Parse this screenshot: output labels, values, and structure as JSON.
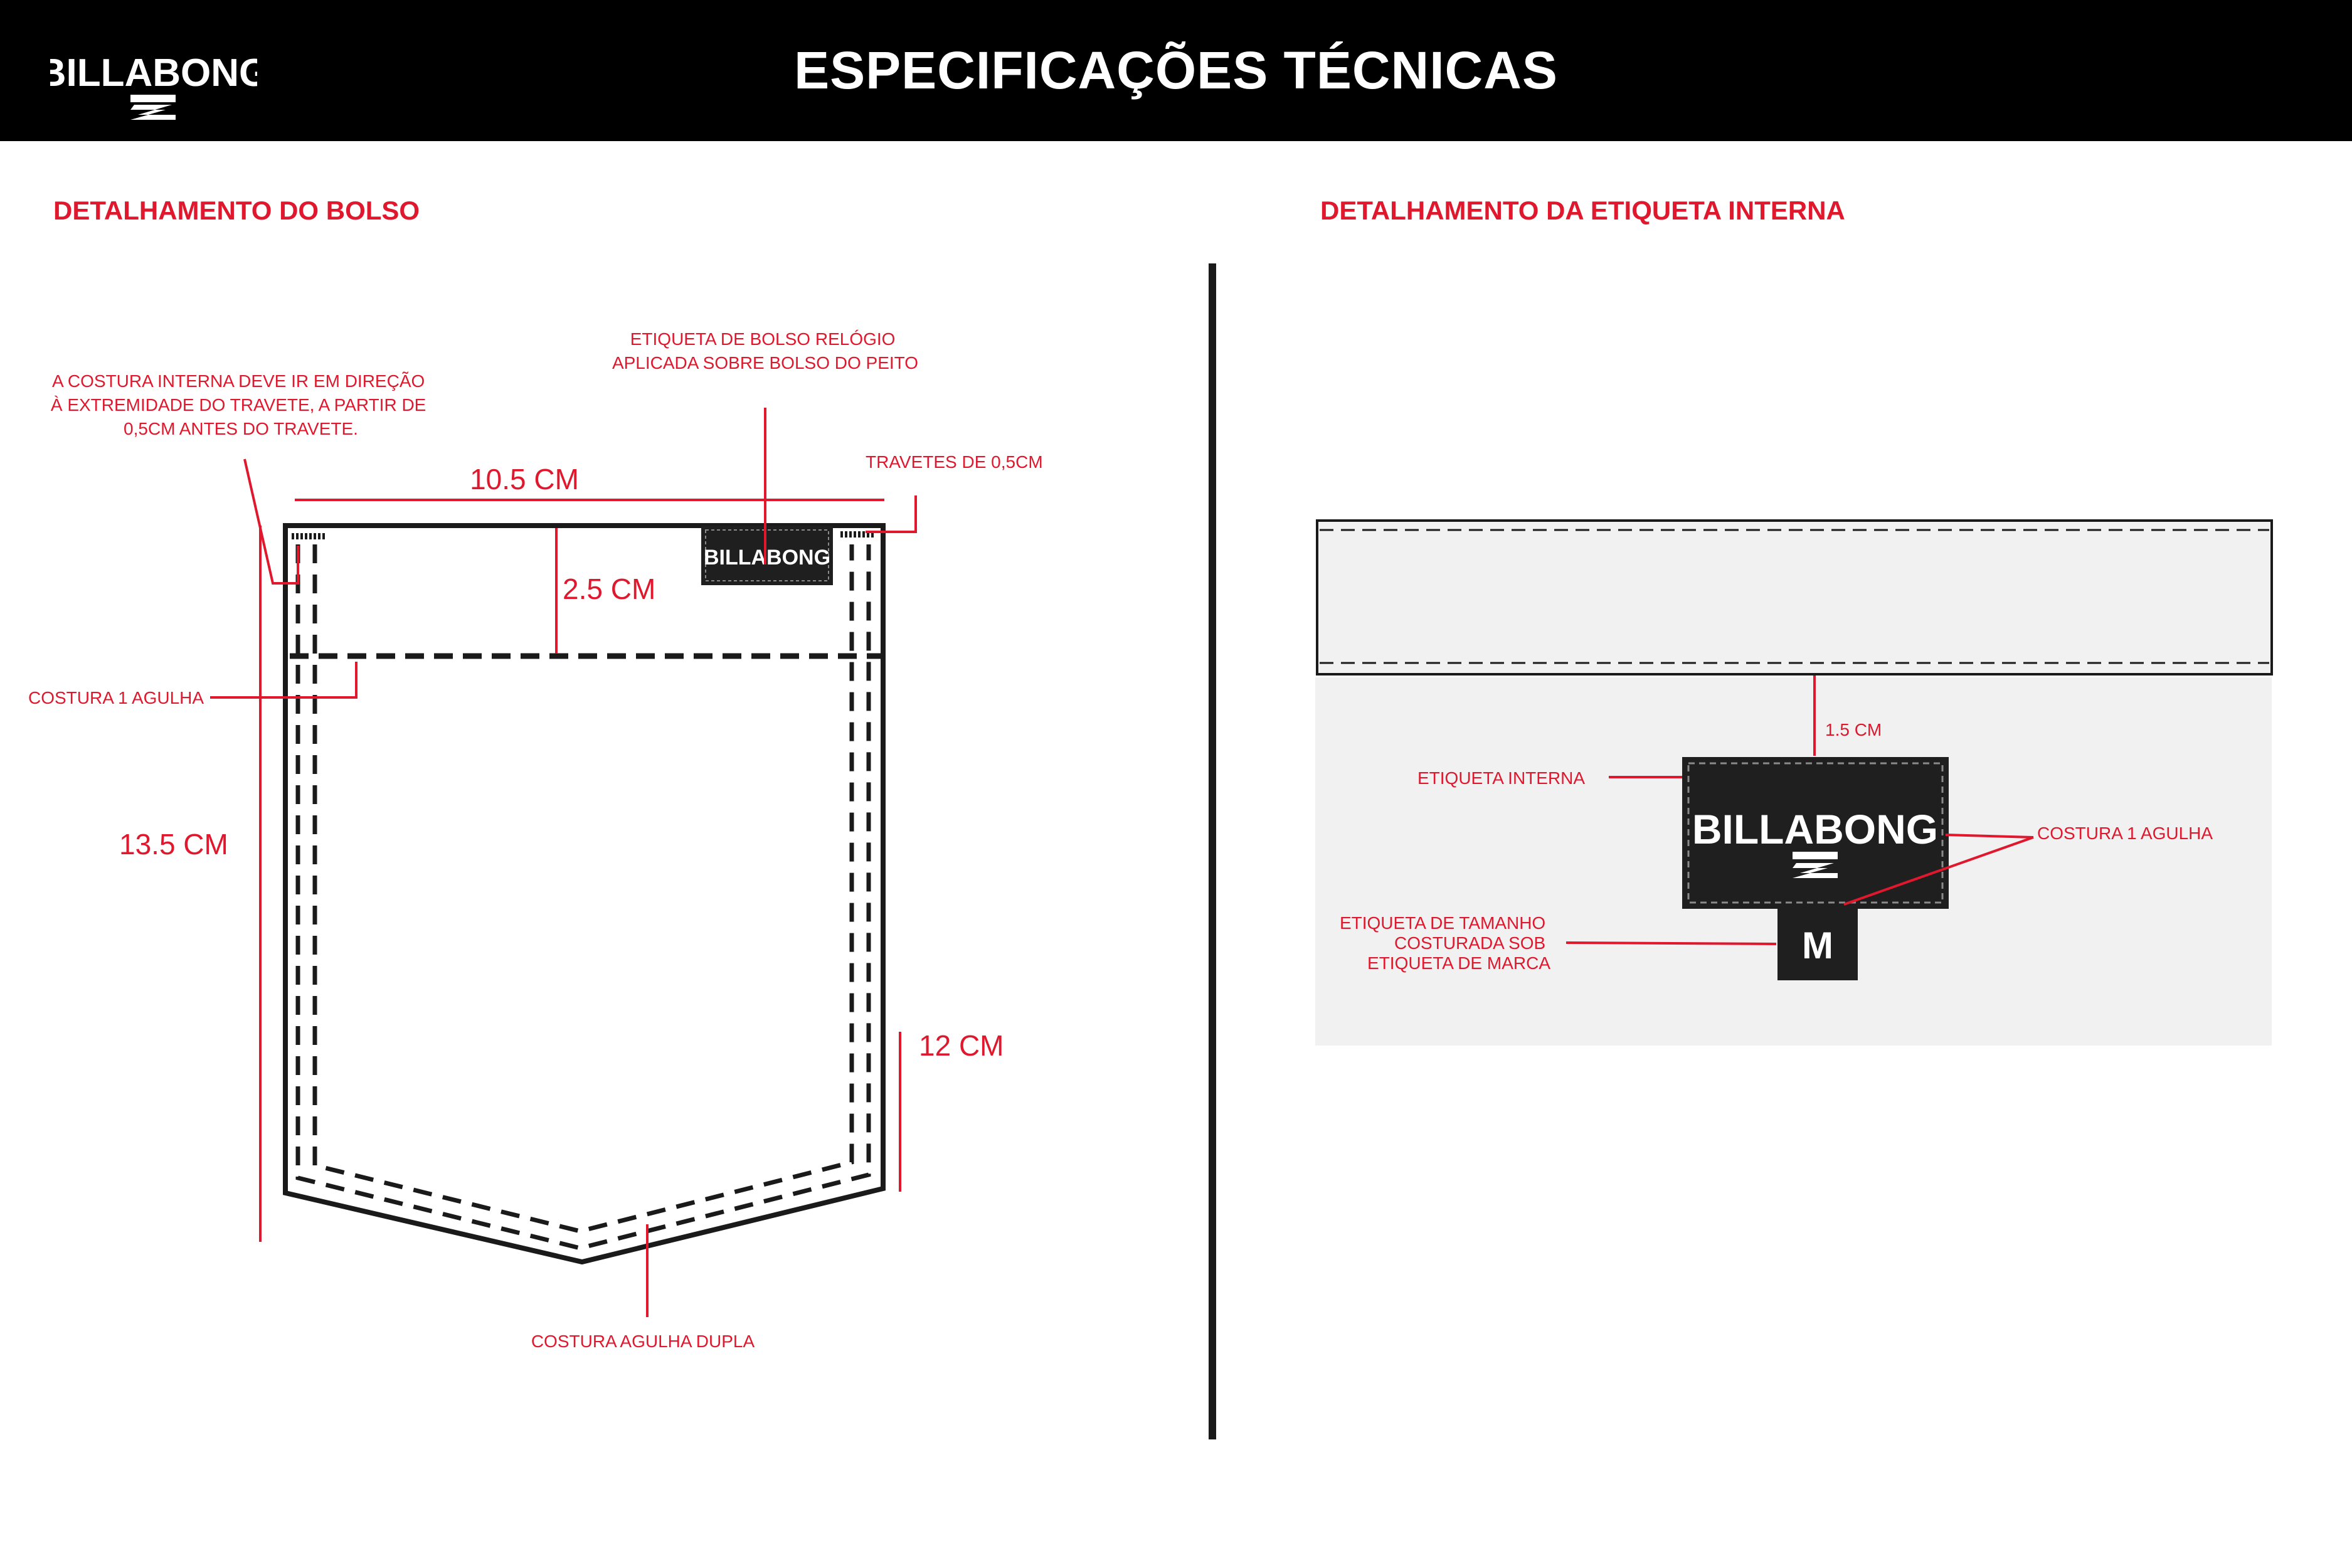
{
  "header": {
    "brand": "BILLABONG",
    "title": "ESPECIFICAÇÕES TÉCNICAS"
  },
  "sections": {
    "pocket_title": "DETALHAMENTO DO BOLSO",
    "label_title": "DETALHAMENTO DA ETIQUETA INTERNA"
  },
  "pocket": {
    "note_inner_seam": [
      "A COSTURA INTERNA DEVE IR EM DIREÇÃO",
      "À EXTREMIDADE DO TRAVETE, A PARTIR DE",
      "0,5CM ANTES DO TRAVETE."
    ],
    "note_label": [
      "ETIQUETA DE BOLSO RELÓGIO",
      "APLICADA SOBRE BOLSO DO PEITO"
    ],
    "note_bartack": "TRAVETES DE 0,5CM",
    "note_single_needle": "COSTURA 1 AGULHA",
    "note_double_needle": "COSTURA AGULHA DUPLA",
    "dim_width": "10.5 CM",
    "dim_flap": "2.5 CM",
    "dim_height": "13.5 CM",
    "dim_side": "12 CM",
    "tag_brand": "BILLABONG"
  },
  "inner_label": {
    "dim_offset": "1.5 CM",
    "note_inner_label": "ETIQUETA INTERNA",
    "note_single_needle": "COSTURA 1 AGULHA",
    "note_size_label": [
      "ETIQUETA DE TAMANHO",
      "COSTURADA SOB",
      "ETIQUETA DE MARCA"
    ],
    "brand": "BILLABONG",
    "size": "M"
  },
  "colors": {
    "accent": "#e0182d",
    "header_bg": "#000000",
    "panel_bg": "#f1f1f1",
    "label_bg": "#1f1f1f"
  },
  "icons": [
    "billabong-logo-icon"
  ]
}
